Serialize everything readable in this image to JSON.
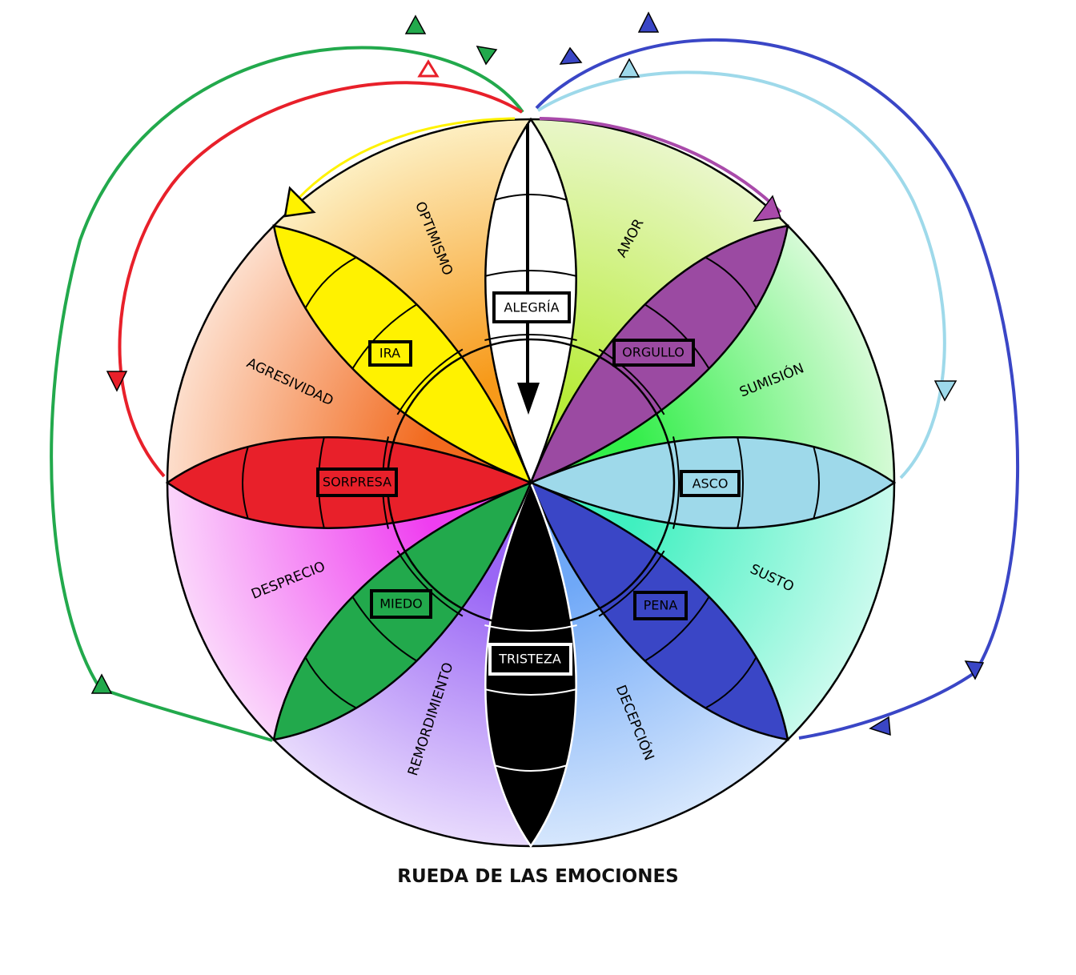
{
  "title": "RUEDA DE LAS EMOCIONES",
  "primary_emotions": [
    {
      "name": "ALEGRÍA",
      "color": "#ffffff"
    },
    {
      "name": "ORGULLO",
      "color": "#9b4aa2"
    },
    {
      "name": "ASCO",
      "color": "#9ed9ea"
    },
    {
      "name": "PENA",
      "color": "#3a46c6"
    },
    {
      "name": "TRISTEZA",
      "color": "#000000"
    },
    {
      "name": "MIEDO",
      "color": "#22a94c"
    },
    {
      "name": "SORPRESA",
      "color": "#e8202a"
    },
    {
      "name": "IRA",
      "color": "#fff200"
    }
  ],
  "combined_emotions": [
    {
      "name": "AMOR",
      "color": "#c8ee7a"
    },
    {
      "name": "SUMISIÓN",
      "color": "#5ef06a"
    },
    {
      "name": "SUSTO",
      "color": "#55efc4"
    },
    {
      "name": "DECEPCIÓN",
      "color": "#8fb9f7"
    },
    {
      "name": "REMORDIMIENTO",
      "color": "#a77af5"
    },
    {
      "name": "DESPRECIO",
      "color": "#f25cf2"
    },
    {
      "name": "AGRESIVIDAD",
      "color": "#f5874a"
    },
    {
      "name": "OPTIMISMO",
      "color": "#f9b24a"
    }
  ]
}
